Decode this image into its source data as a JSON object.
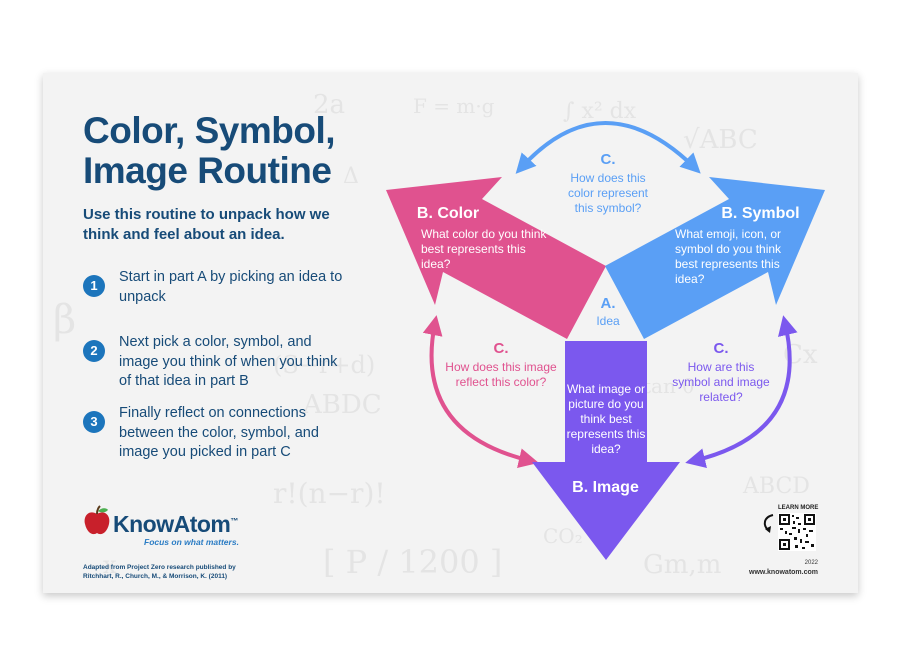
{
  "title_lines": [
    "Color, Symbol,",
    "Image Routine"
  ],
  "intro": "Use this routine to unpack how we think and feel about an idea.",
  "steps": [
    {
      "number": "1",
      "text": "Start in part A by picking an idea to unpack"
    },
    {
      "number": "2",
      "text": "Next pick a color, symbol, and image you think of when you think of that idea in part B"
    },
    {
      "number": "3",
      "text": "Finally reflect on connections between the color, symbol, and image you picked in part C"
    }
  ],
  "diagram": {
    "center": {
      "letter": "A.",
      "label": "Idea"
    },
    "color": {
      "heading": "B. Color",
      "prompt": "What color do you think best represents this idea?",
      "fill": "#e0528f"
    },
    "symbol": {
      "heading": "B. Symbol",
      "prompt": "What emoji, icon, or symbol do you think best represents this idea?",
      "fill": "#5a9ff5"
    },
    "image": {
      "heading": "B. Image",
      "prompt": "What image or picture do you think best represents this idea?",
      "fill": "#7b58ee"
    },
    "connections": [
      {
        "letter": "C.",
        "question": "How does this color represent this symbol?",
        "color": "#5a9ff5"
      },
      {
        "letter": "C.",
        "question": "How does this image reflect this color?",
        "color": "#e0528f"
      },
      {
        "letter": "C.",
        "question": "How are this symbol and image related?",
        "color": "#7b58ee"
      }
    ]
  },
  "brand": {
    "name": "KnowAtom",
    "trademark": "™",
    "tagline": "Focus on what matters."
  },
  "citation": [
    "Adapted from Project Zero research published by",
    "Ritchhart, R., Church, M., & Morrison, K. (2011)"
  ],
  "learn_more": "LEARN MORE",
  "year": "2022",
  "url": "www.knowatom.com"
}
